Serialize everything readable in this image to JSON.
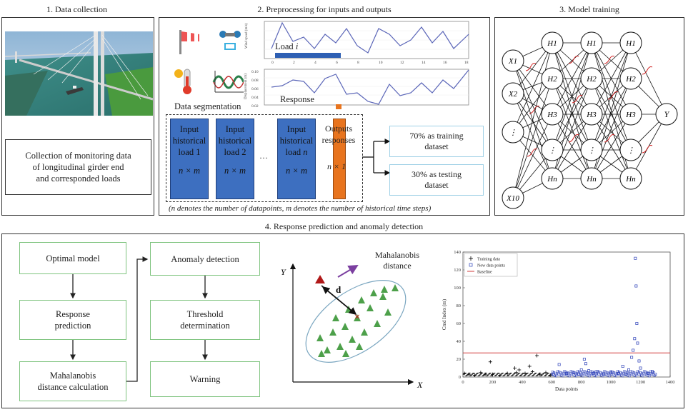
{
  "panel1": {
    "title": "1. Data collection",
    "box_text_1": "Collection of monitoring data",
    "box_text_2": "of longitudinal girder end",
    "box_text_3": "and corresponded loads"
  },
  "panel2": {
    "title": "2. Preprocessing for inputs and outputs",
    "segmentation_label": "Data segmentation",
    "load_label": "Load",
    "load_index": "i",
    "response_label": "Response",
    "wind_ylabel": "Wind speed (m/s)",
    "disp_ylabel": "Displacement (m)",
    "top_xticks": [
      "0",
      "2",
      "4",
      "6",
      "8",
      "10",
      "12",
      "14",
      "16",
      "18"
    ],
    "bottom_yticks": [
      "0.10",
      "0.08",
      "0.06",
      "0.04",
      "0.02"
    ],
    "input_line1": "Input",
    "input_line2": "historical",
    "input_load1": "load 1",
    "input_load2": "load 2",
    "input_loadn": "load",
    "n_italic": "n",
    "dims": "n × m",
    "ellipsis": "···",
    "outputs_line1": "Outputs",
    "outputs_line2": "responses",
    "out_dims": "n × 1",
    "train_line1": "70% as training",
    "train_line2": "dataset",
    "test_line1": "30% as testing",
    "test_line2": "dataset",
    "footnote": "(n denotes the number of datapoints, m denotes the number of historical time steps)"
  },
  "panel3": {
    "title": "3. Model training",
    "inputs": [
      "X1",
      "X2",
      "⋮",
      "X10"
    ],
    "hidden": [
      "H1",
      "H2",
      "H3",
      "⋮",
      "Hn"
    ],
    "output": "Y"
  },
  "panel4": {
    "title": "4. Response prediction and anomaly detection",
    "optimal_model": "Optimal model",
    "response_prediction_1": "Response",
    "response_prediction_2": "prediction",
    "mahal_calc_1": "Mahalanobis",
    "mahal_calc_2": "distance calculation",
    "anomaly_detection": "Anomaly detection",
    "threshold_1": "Threshold",
    "threshold_2": "determination",
    "warning": "Warning",
    "mahal_label_1": "Mahalanobis",
    "mahal_label_2": "distance",
    "d_label": "d",
    "axis_x": "X",
    "axis_y": "Y"
  },
  "chart_data": {
    "type": "scatter",
    "title": "",
    "xlabel": "Data points",
    "ylabel": "Cmd Index (m)",
    "xlim": [
      0,
      1400
    ],
    "ylim": [
      0,
      140
    ],
    "xticks": [
      0,
      200,
      400,
      600,
      800,
      1000,
      1200,
      1400
    ],
    "yticks": [
      0,
      20,
      40,
      60,
      80,
      100,
      120,
      140
    ],
    "legend_position": "top-left",
    "baseline": 27,
    "series": [
      {
        "name": "Training data",
        "marker": "+",
        "color": "#000000",
        "x": [
          10,
          40,
          80,
          120,
          150,
          185,
          200,
          250,
          300,
          350,
          360,
          380,
          420,
          450,
          470,
          500,
          520,
          560,
          590
        ],
        "y": [
          4,
          3,
          2,
          5,
          3,
          17,
          3,
          2,
          4,
          10,
          5,
          8,
          4,
          12,
          6,
          24,
          3,
          5,
          2
        ]
      },
      {
        "name": "New data points",
        "marker": "square",
        "color": "#2b3fb8",
        "x": [
          610,
          650,
          700,
          750,
          780,
          800,
          820,
          830,
          850,
          880,
          900,
          950,
          1000,
          1050,
          1080,
          1100,
          1120,
          1140,
          1150,
          1160,
          1165,
          1170,
          1175,
          1180,
          1190,
          1200,
          1250,
          1280,
          1300
        ],
        "y": [
          3,
          14,
          4,
          5,
          3,
          8,
          20,
          15,
          7,
          4,
          6,
          3,
          5,
          4,
          12,
          3,
          8,
          22,
          30,
          43,
          133,
          102,
          60,
          38,
          18,
          10,
          4,
          6,
          3
        ]
      },
      {
        "name": "Baseline",
        "marker": "line",
        "color": "#d13a3a"
      }
    ]
  }
}
